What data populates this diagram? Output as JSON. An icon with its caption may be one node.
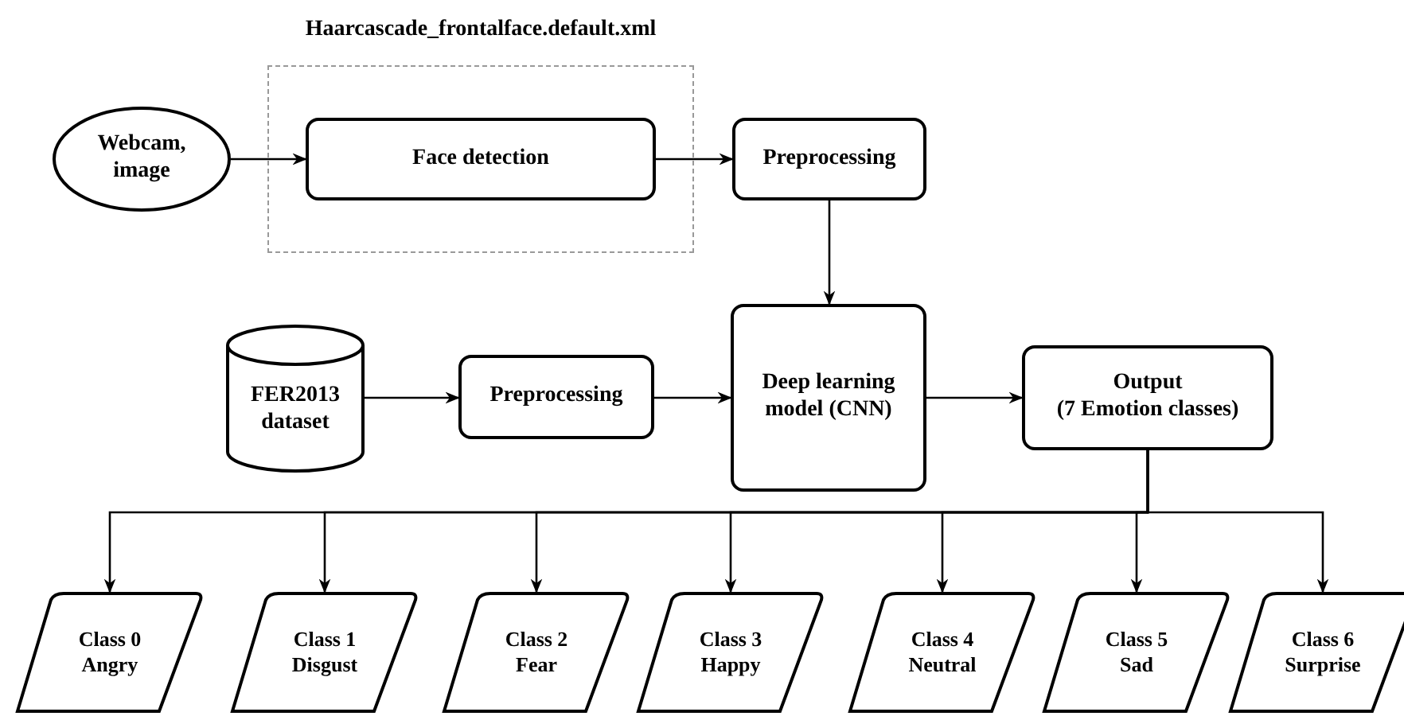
{
  "diagram": {
    "nodes": [
      {
        "text": [
          "Haarcascade_frontalface.default.xml"
        ]
      },
      {
        "text": [
          "Webcam, image"
        ]
      },
      {
        "text": [
          "Face detection"
        ],
        "in": 0
      },
      {
        "text": [
          "Preprocessing"
        ]
      },
      {
        "text": [
          "FER2013 dataset"
        ]
      },
      {
        "text": [
          "Preprocessing"
        ]
      },
      {
        "text": [
          "Deep learning model (CNN)"
        ]
      },
      {
        "text": [
          "Output",
          "(7 Emotion classes)"
        ]
      },
      {
        "text": [
          "Class 0",
          "Angry"
        ]
      },
      {
        "text": [
          "Class 1",
          "Disgust"
        ]
      },
      {
        "text": [
          "Class 2",
          "Fear"
        ]
      },
      {
        "text": [
          "Class 3",
          "Happy"
        ]
      },
      {
        "text": [
          "Class 4",
          "Neutral"
        ]
      },
      {
        "text": [
          "Class 5",
          "Sad"
        ]
      },
      {
        "text": [
          "Class 6",
          "Surprise"
        ]
      }
    ],
    "edges": [
      {
        "from": 1,
        "to": 2,
        "arrow": "to"
      },
      {
        "from": 2,
        "to": 3,
        "arrow": "to"
      },
      {
        "from": 3,
        "to": 6,
        "arrow": "to"
      },
      {
        "from": 4,
        "to": 5,
        "arrow": "to"
      },
      {
        "from": 5,
        "to": 6,
        "arrow": "to"
      },
      {
        "from": 6,
        "to": 7,
        "arrow": "to"
      },
      {
        "from": 7,
        "to": 8,
        "arrow": "to"
      },
      {
        "from": 7,
        "to": 9,
        "arrow": "to"
      },
      {
        "from": 7,
        "to": 10,
        "arrow": "to"
      },
      {
        "from": 7,
        "to": 11,
        "arrow": "to"
      },
      {
        "from": 7,
        "to": 12,
        "arrow": "to"
      },
      {
        "from": 7,
        "to": 13,
        "arrow": "to"
      },
      {
        "from": 7,
        "to": 14,
        "arrow": "to"
      }
    ]
  }
}
